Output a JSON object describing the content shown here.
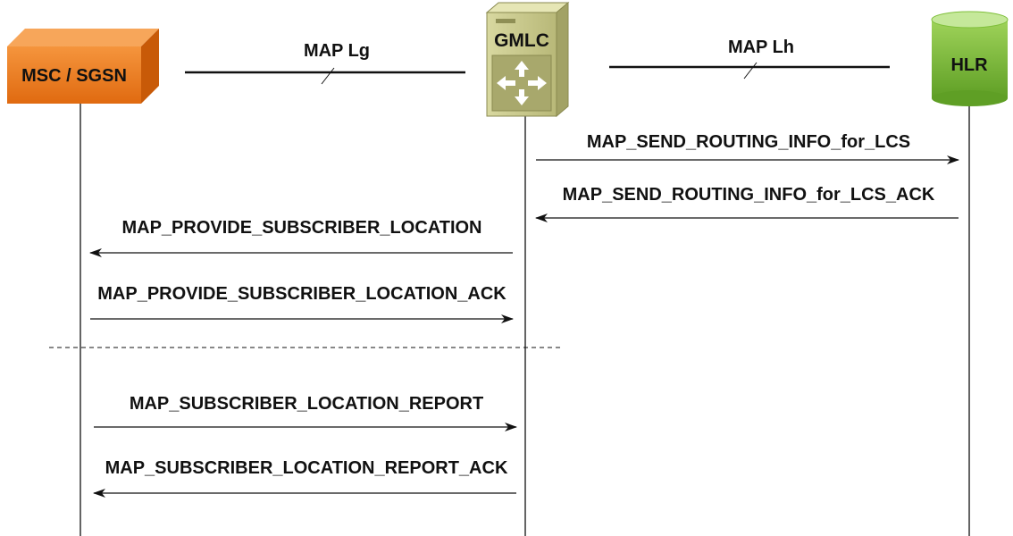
{
  "nodes": {
    "msc": {
      "label": "MSC / SGSN",
      "color": "#ee7a1e"
    },
    "gmlc": {
      "label": "GMLC",
      "color": "#c9c98a"
    },
    "hlr": {
      "label": "HLR",
      "color": "#7fbf3a"
    }
  },
  "interfaces": {
    "lg": "MAP Lg",
    "lh": "MAP Lh"
  },
  "messages": [
    {
      "label": "MAP_SEND_ROUTING_INFO_for_LCS",
      "from": "gmlc",
      "to": "hlr"
    },
    {
      "label": "MAP_SEND_ROUTING_INFO_for_LCS_ACK",
      "from": "hlr",
      "to": "gmlc"
    },
    {
      "label": "MAP_PROVIDE_SUBSCRIBER_LOCATION",
      "from": "gmlc",
      "to": "msc"
    },
    {
      "label": "MAP_PROVIDE_SUBSCRIBER_LOCATION_ACK",
      "from": "msc",
      "to": "gmlc"
    },
    {
      "label": "MAP_SUBSCRIBER_LOCATION_REPORT",
      "from": "msc",
      "to": "gmlc"
    },
    {
      "label": "MAP_SUBSCRIBER_LOCATION_REPORT_ACK",
      "from": "gmlc",
      "to": "msc"
    }
  ]
}
